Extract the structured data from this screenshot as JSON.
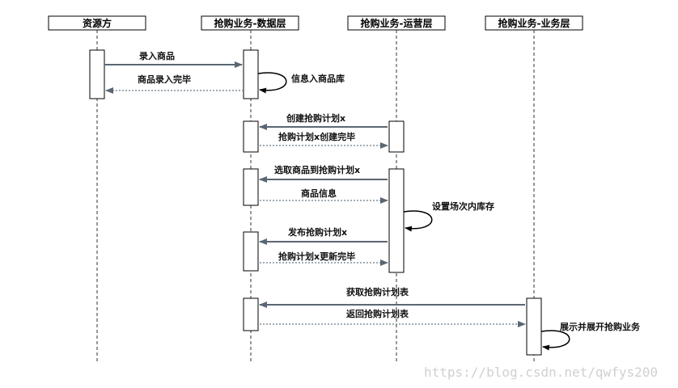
{
  "participants": [
    {
      "id": "p0",
      "label": "资源方"
    },
    {
      "id": "p1",
      "label": "抢购业务-数据层"
    },
    {
      "id": "p2",
      "label": "抢购业务-运营层"
    },
    {
      "id": "p3",
      "label": "抢购业务-业务层"
    }
  ],
  "messages": [
    {
      "id": "m1",
      "label": "录入商品"
    },
    {
      "id": "m2",
      "label": "商品录入完毕"
    },
    {
      "id": "m3",
      "label": "信息入商品库"
    },
    {
      "id": "m4",
      "label": "创建抢购计划x"
    },
    {
      "id": "m5",
      "label": "抢购计划x创建完毕"
    },
    {
      "id": "m6",
      "label": "选取商品到抢购计划x"
    },
    {
      "id": "m7",
      "label": "商品信息"
    },
    {
      "id": "m8",
      "label": "设置场次内库存"
    },
    {
      "id": "m9",
      "label": "发布抢购计划x"
    },
    {
      "id": "m10",
      "label": "抢购计划x更新完毕"
    },
    {
      "id": "m11",
      "label": "获取抢购计划表"
    },
    {
      "id": "m12",
      "label": "返回抢购计划表"
    },
    {
      "id": "m13",
      "label": "展示并展开抢购业务"
    }
  ],
  "watermark": "https://blog.csdn.net/qwfys200",
  "colors": {
    "arrow": "#5a6773",
    "line": "#333333"
  }
}
